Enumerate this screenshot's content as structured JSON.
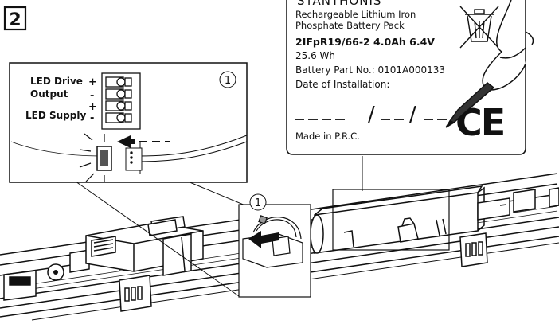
{
  "step": {
    "number": "2"
  },
  "callout_marker": "1",
  "inset": {
    "terminals": [
      {
        "name": "LED Drive",
        "polarity": "+"
      },
      {
        "name": "Output",
        "polarity": "-"
      },
      {
        "name": "",
        "polarity": "+"
      },
      {
        "name": "LED Supply",
        "polarity": "-"
      }
    ]
  },
  "label": {
    "brand_partial": "STANTHONIS",
    "description_line1": "Rechargeable Lithium Iron",
    "description_line2": "Phosphate  Battery Pack",
    "model": "2IFpR19/66-2   4.0Ah  6.4V",
    "energy": "25.6 Wh",
    "part_number": "Battery Part No.: 0101A000133",
    "installation_date_label": "Date of Installation:",
    "date_slashes": [
      "/",
      "/"
    ],
    "made_in": "Made in P.R.C.",
    "ce_mark": "CE"
  },
  "icons": [
    "crossed-out-bin-icon",
    "pen-hand-icon",
    "ce-mark-icon",
    "connector-plug-icon",
    "arrow-icon"
  ]
}
